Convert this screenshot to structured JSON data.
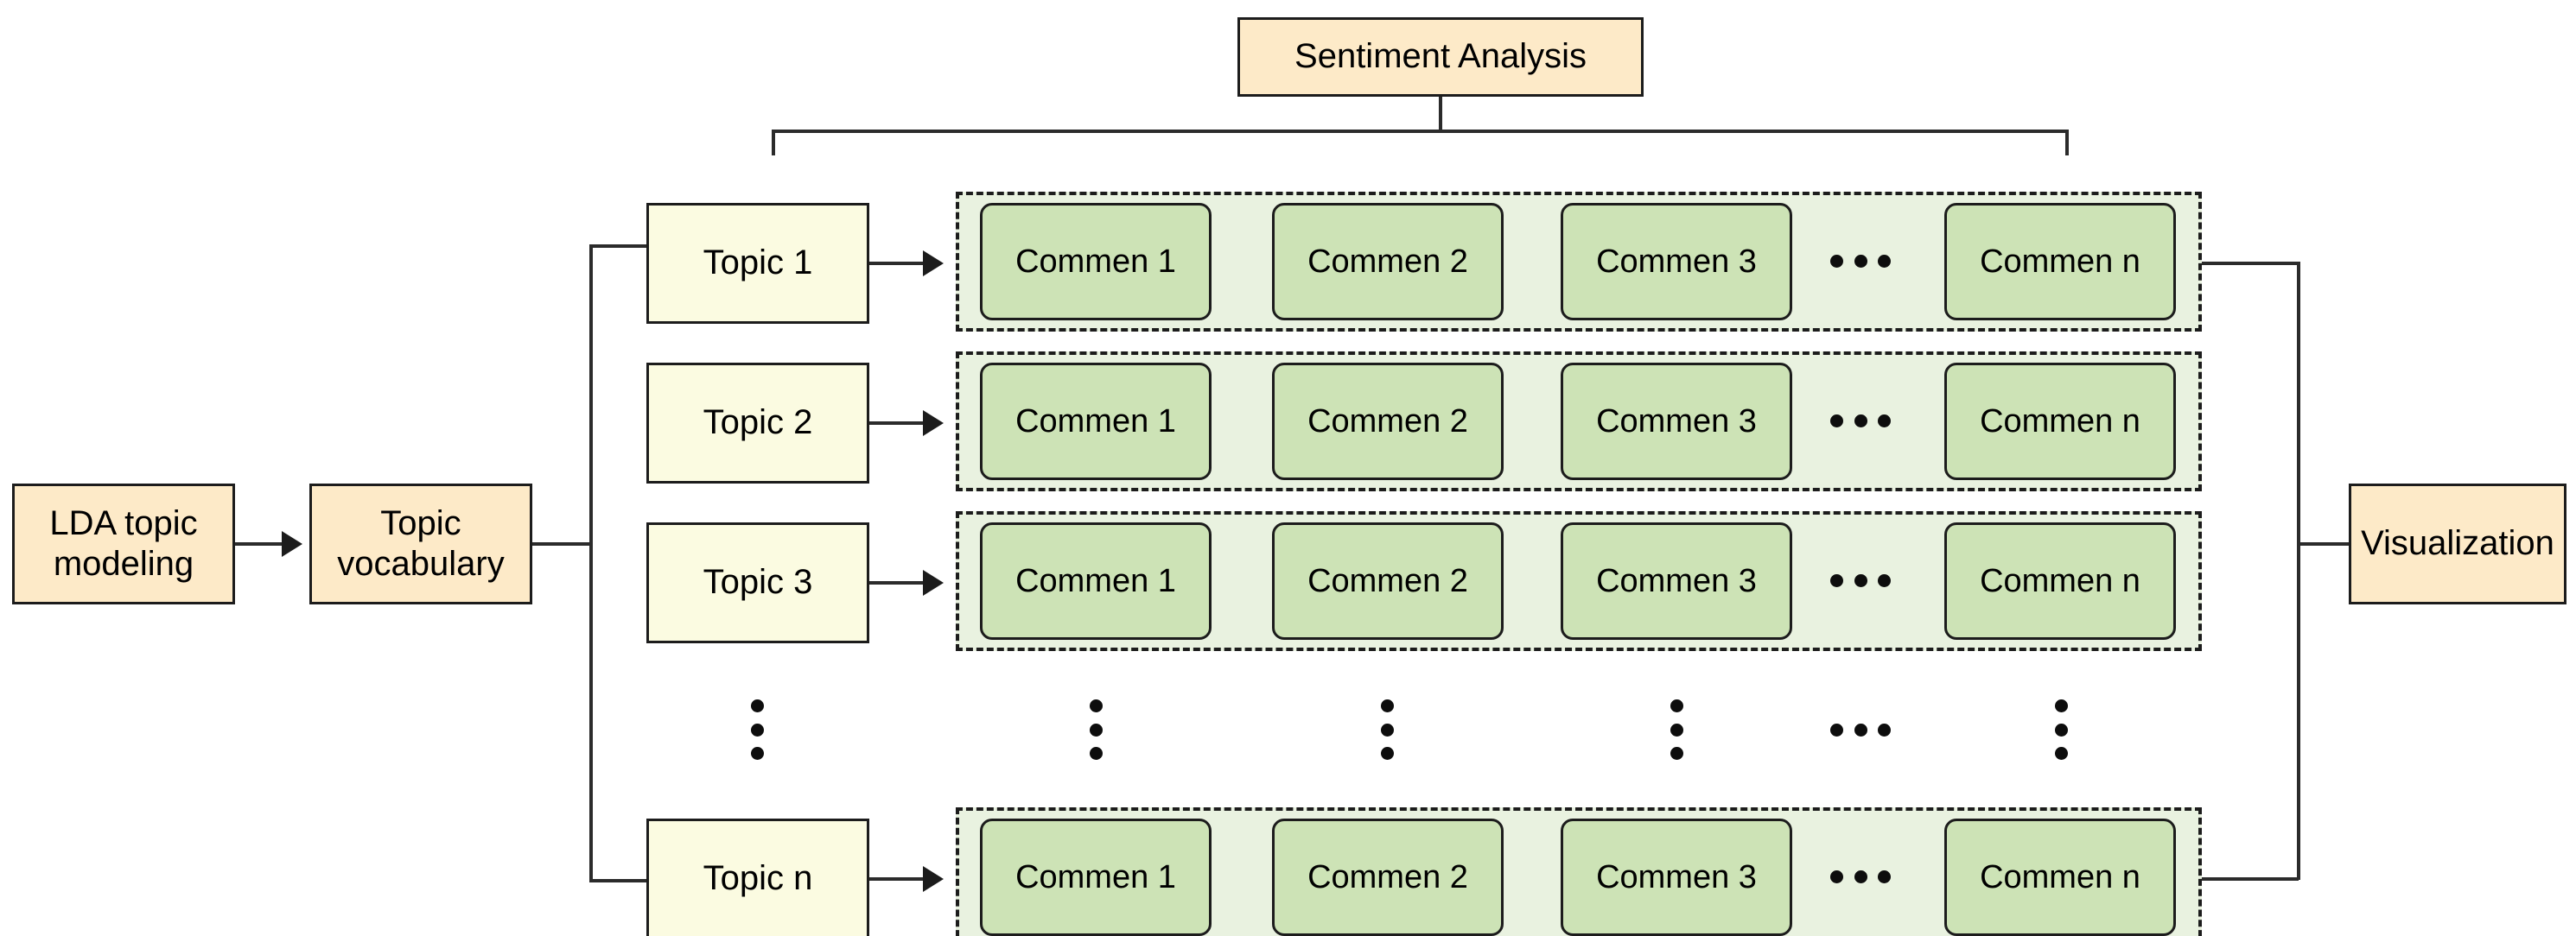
{
  "diagram": {
    "title": "LDA topic modeling pipeline with sentiment analysis",
    "colors": {
      "tan_box_fill": "#fdeac8",
      "ivory_box_fill": "#fbfbe1",
      "green_chip_fill": "#cde3b6",
      "group_fill": "#e9f2e0",
      "stroke": "#1c1c1c"
    }
  },
  "nodes": {
    "lda": "LDA topic\nmodeling",
    "lda_line1": "LDA topic",
    "lda_line2": "modeling",
    "vocabulary_line1": "Topic",
    "vocabulary_line2": "vocabulary",
    "sentiment": "Sentiment Analysis",
    "visualization": "Visualization"
  },
  "topics": [
    {
      "label": "Topic 1"
    },
    {
      "label": "Topic 2"
    },
    {
      "label": "Topic 3"
    },
    {
      "label": "Topic n"
    }
  ],
  "comment_rows": [
    {
      "topic": "Topic 1",
      "comments": [
        "Commen 1",
        "Commen 2",
        "Commen 3",
        "Commen n"
      ],
      "ellipsis_after_index": 2
    },
    {
      "topic": "Topic 2",
      "comments": [
        "Commen 1",
        "Commen 2",
        "Commen 3",
        "Commen n"
      ],
      "ellipsis_after_index": 2
    },
    {
      "topic": "Topic 3",
      "comments": [
        "Commen 1",
        "Commen 2",
        "Commen 3",
        "Commen n"
      ],
      "ellipsis_after_index": 2
    },
    {
      "topic": "Topic n",
      "comments": [
        "Commen 1",
        "Commen 2",
        "Commen 3",
        "Commen n"
      ],
      "ellipsis_after_index": 2
    }
  ],
  "ellipsis": {
    "vertical_glyph": "vertical-ellipsis",
    "horizontal_glyph": "horizontal-ellipsis",
    "vertical_count": 5,
    "horizontal_count": 1
  }
}
